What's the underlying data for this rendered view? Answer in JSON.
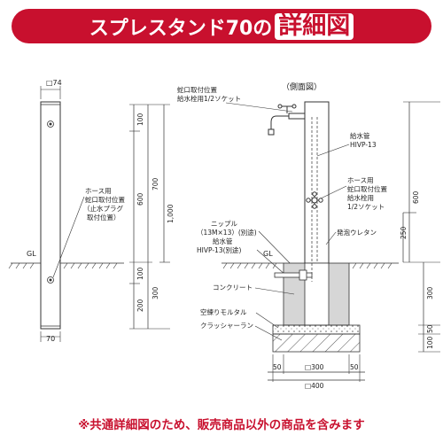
{
  "title": {
    "main": "スプレスタンド70の",
    "emphasis": "詳細図"
  },
  "front_view": {
    "top_size": "□74",
    "bottom_size": "70",
    "hose_label": [
      "ホース用",
      "蛇口取付位置",
      "（止水プラグ",
      "取付位置）"
    ],
    "gl": "GL",
    "dims_left": [
      "100",
      "600",
      "100",
      "200"
    ],
    "dims_mid": [
      "700",
      "300"
    ],
    "dims_total": "1,000"
  },
  "side_view": {
    "heading": "（側面図）",
    "faucet_label": [
      "蛇口取付位置",
      "給水栓用1/2ソケット"
    ],
    "water_pipe_label": [
      "給水管",
      "HIVP-13"
    ],
    "hose_label": [
      "ホース用",
      "蛇口取付位置",
      "給水栓用",
      "1/2ソケット"
    ],
    "nipple_label": [
      "ニップル",
      "（13M×13）(別途)"
    ],
    "pipe_under_label": [
      "給水管",
      "HIVP-13(別途)"
    ],
    "foam_label": "発泡ウレタン",
    "gl": "GL",
    "concrete": "コンクリート",
    "mortar": "空練りモルタル",
    "crusher": "クラッシャーラン",
    "dims_right": [
      "600",
      "250",
      "300",
      "50",
      "100"
    ],
    "dims_bottom": [
      "50",
      "□300",
      "50"
    ],
    "dims_bottom_total": "□400"
  },
  "footer_note": "※共通詳細図のため、販売商品以外の商品を含みます",
  "colors": {
    "banner_red": "#c8102e",
    "line": "#333333",
    "concrete_fill": "#d6d6d6"
  }
}
